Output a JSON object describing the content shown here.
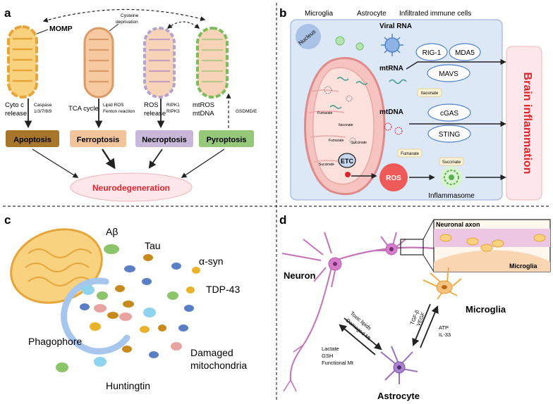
{
  "panel_a": {
    "letter": "a",
    "momp": "MOMP",
    "cysteine_1": "Cysteine",
    "cysteine_2": "deprivation",
    "cyto_1": "Cyto c",
    "cyto_2": "release",
    "caspase_1": "Caspase",
    "caspase_2": "1/3/7/8/9",
    "tca": "TCA cycle",
    "lipid_ros": "Lipid ROS",
    "fenton": "Fenton reaction",
    "ros_1": "ROS",
    "ros_2": "release",
    "ripk1": "RIPK1",
    "ripk3": "RIPK3",
    "mtros": "mtROS",
    "mtdna": "mtDNA",
    "gsdmd": "GSDMD/E",
    "apoptosis": "Apoptosis",
    "ferroptosis": "Ferroptosis",
    "necroptosis": "Necroptosis",
    "pyroptosis": "Pyroptosis",
    "neurodegeneration": "Neurodegeneration"
  },
  "panel_b": {
    "letter": "b",
    "microglia": "Microglia",
    "astrocyte": "Astrocyte",
    "infiltrated": "Infiltrated immune cells",
    "nucleus": "Nucleus",
    "viral_rna": "Viral RNA",
    "mtrna": "mtRNA",
    "mtdna": "mtDNA",
    "rig1": "RIG-1",
    "mda5": "MDA5",
    "mavs": "MAVS",
    "itaconate": "Itaconate",
    "cgas": "cGAS",
    "sting": "STING",
    "fumarate_r": "Fumarate",
    "succinate_r": "Succinate",
    "ros": "ROS",
    "inflammasome": "Inflammasome",
    "etc": "ETC",
    "brain_inflammation": "Brain inflammation",
    "m_fumarate": "Fumarate",
    "m_itaconate": "Itaconate",
    "m_succinate": "Succinate",
    "m_fumarate2": "Fumarate",
    "m_succinate2": "Succinate"
  },
  "panel_c": {
    "letter": "c",
    "abeta": "Aβ",
    "tau": "Tau",
    "asyn": "α-syn",
    "tdp43": "TDP-43",
    "phagophore": "Phagophore",
    "damaged_1": "Damaged",
    "damaged_2": "mitochondria",
    "huntingtin": "Huntingtin"
  },
  "panel_d": {
    "letter": "d",
    "axon": "Neuronal axon",
    "microglia_inset": "Microglia",
    "neuron": "Neuron",
    "microglia": "Microglia",
    "astrocyte": "Astrocyte",
    "toxic_lipids": "Toxic lipids",
    "damaged_mt": "Damaged Mt",
    "lactate": "Lactate",
    "gsh": "GSH",
    "functional_mt": "Functional Mt",
    "tgfb": "TGF-β",
    "vegf": "VEGF",
    "atp": "ATP",
    "il33": "IL-33"
  },
  "colors": {
    "apoptosis": "#a8762a",
    "ferroptosis": "#f2c49b",
    "necroptosis": "#c9b7da",
    "pyroptosis": "#95c878",
    "neurodeg_text": "#e2232b",
    "brain_inflammation": "#e2232b",
    "cell_bg": "#dde8f7"
  }
}
